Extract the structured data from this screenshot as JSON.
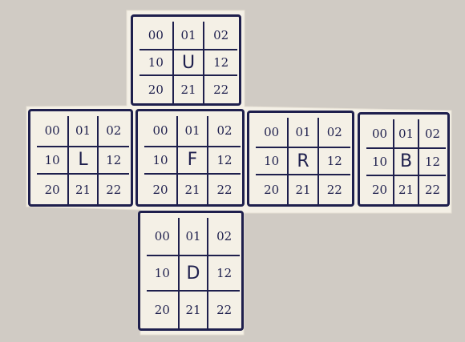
{
  "faces": {
    "U": {
      "cells": [
        "00",
        "01",
        "02",
        "10",
        "U",
        "12",
        "20",
        "21",
        "22"
      ]
    },
    "L": {
      "cells": [
        "00",
        "01",
        "02",
        "10",
        "L",
        "12",
        "20",
        "21",
        "22"
      ]
    },
    "F": {
      "cells": [
        "00",
        "01",
        "02",
        "10",
        "F",
        "12",
        "20",
        "21",
        "22"
      ]
    },
    "R": {
      "cells": [
        "00",
        "01",
        "02",
        "10",
        "R",
        "12",
        "20",
        "21",
        "22"
      ]
    },
    "B": {
      "cells": [
        "00",
        "01",
        "02",
        "10",
        "B",
        "12",
        "20",
        "21",
        "22"
      ]
    },
    "D": {
      "cells": [
        "00",
        "01",
        "02",
        "10",
        "D",
        "12",
        "20",
        "21",
        "22"
      ]
    }
  },
  "colors": {
    "ink": "#1e1f4d",
    "paper": "#f4f0e6",
    "background": "#d0cbc4"
  }
}
